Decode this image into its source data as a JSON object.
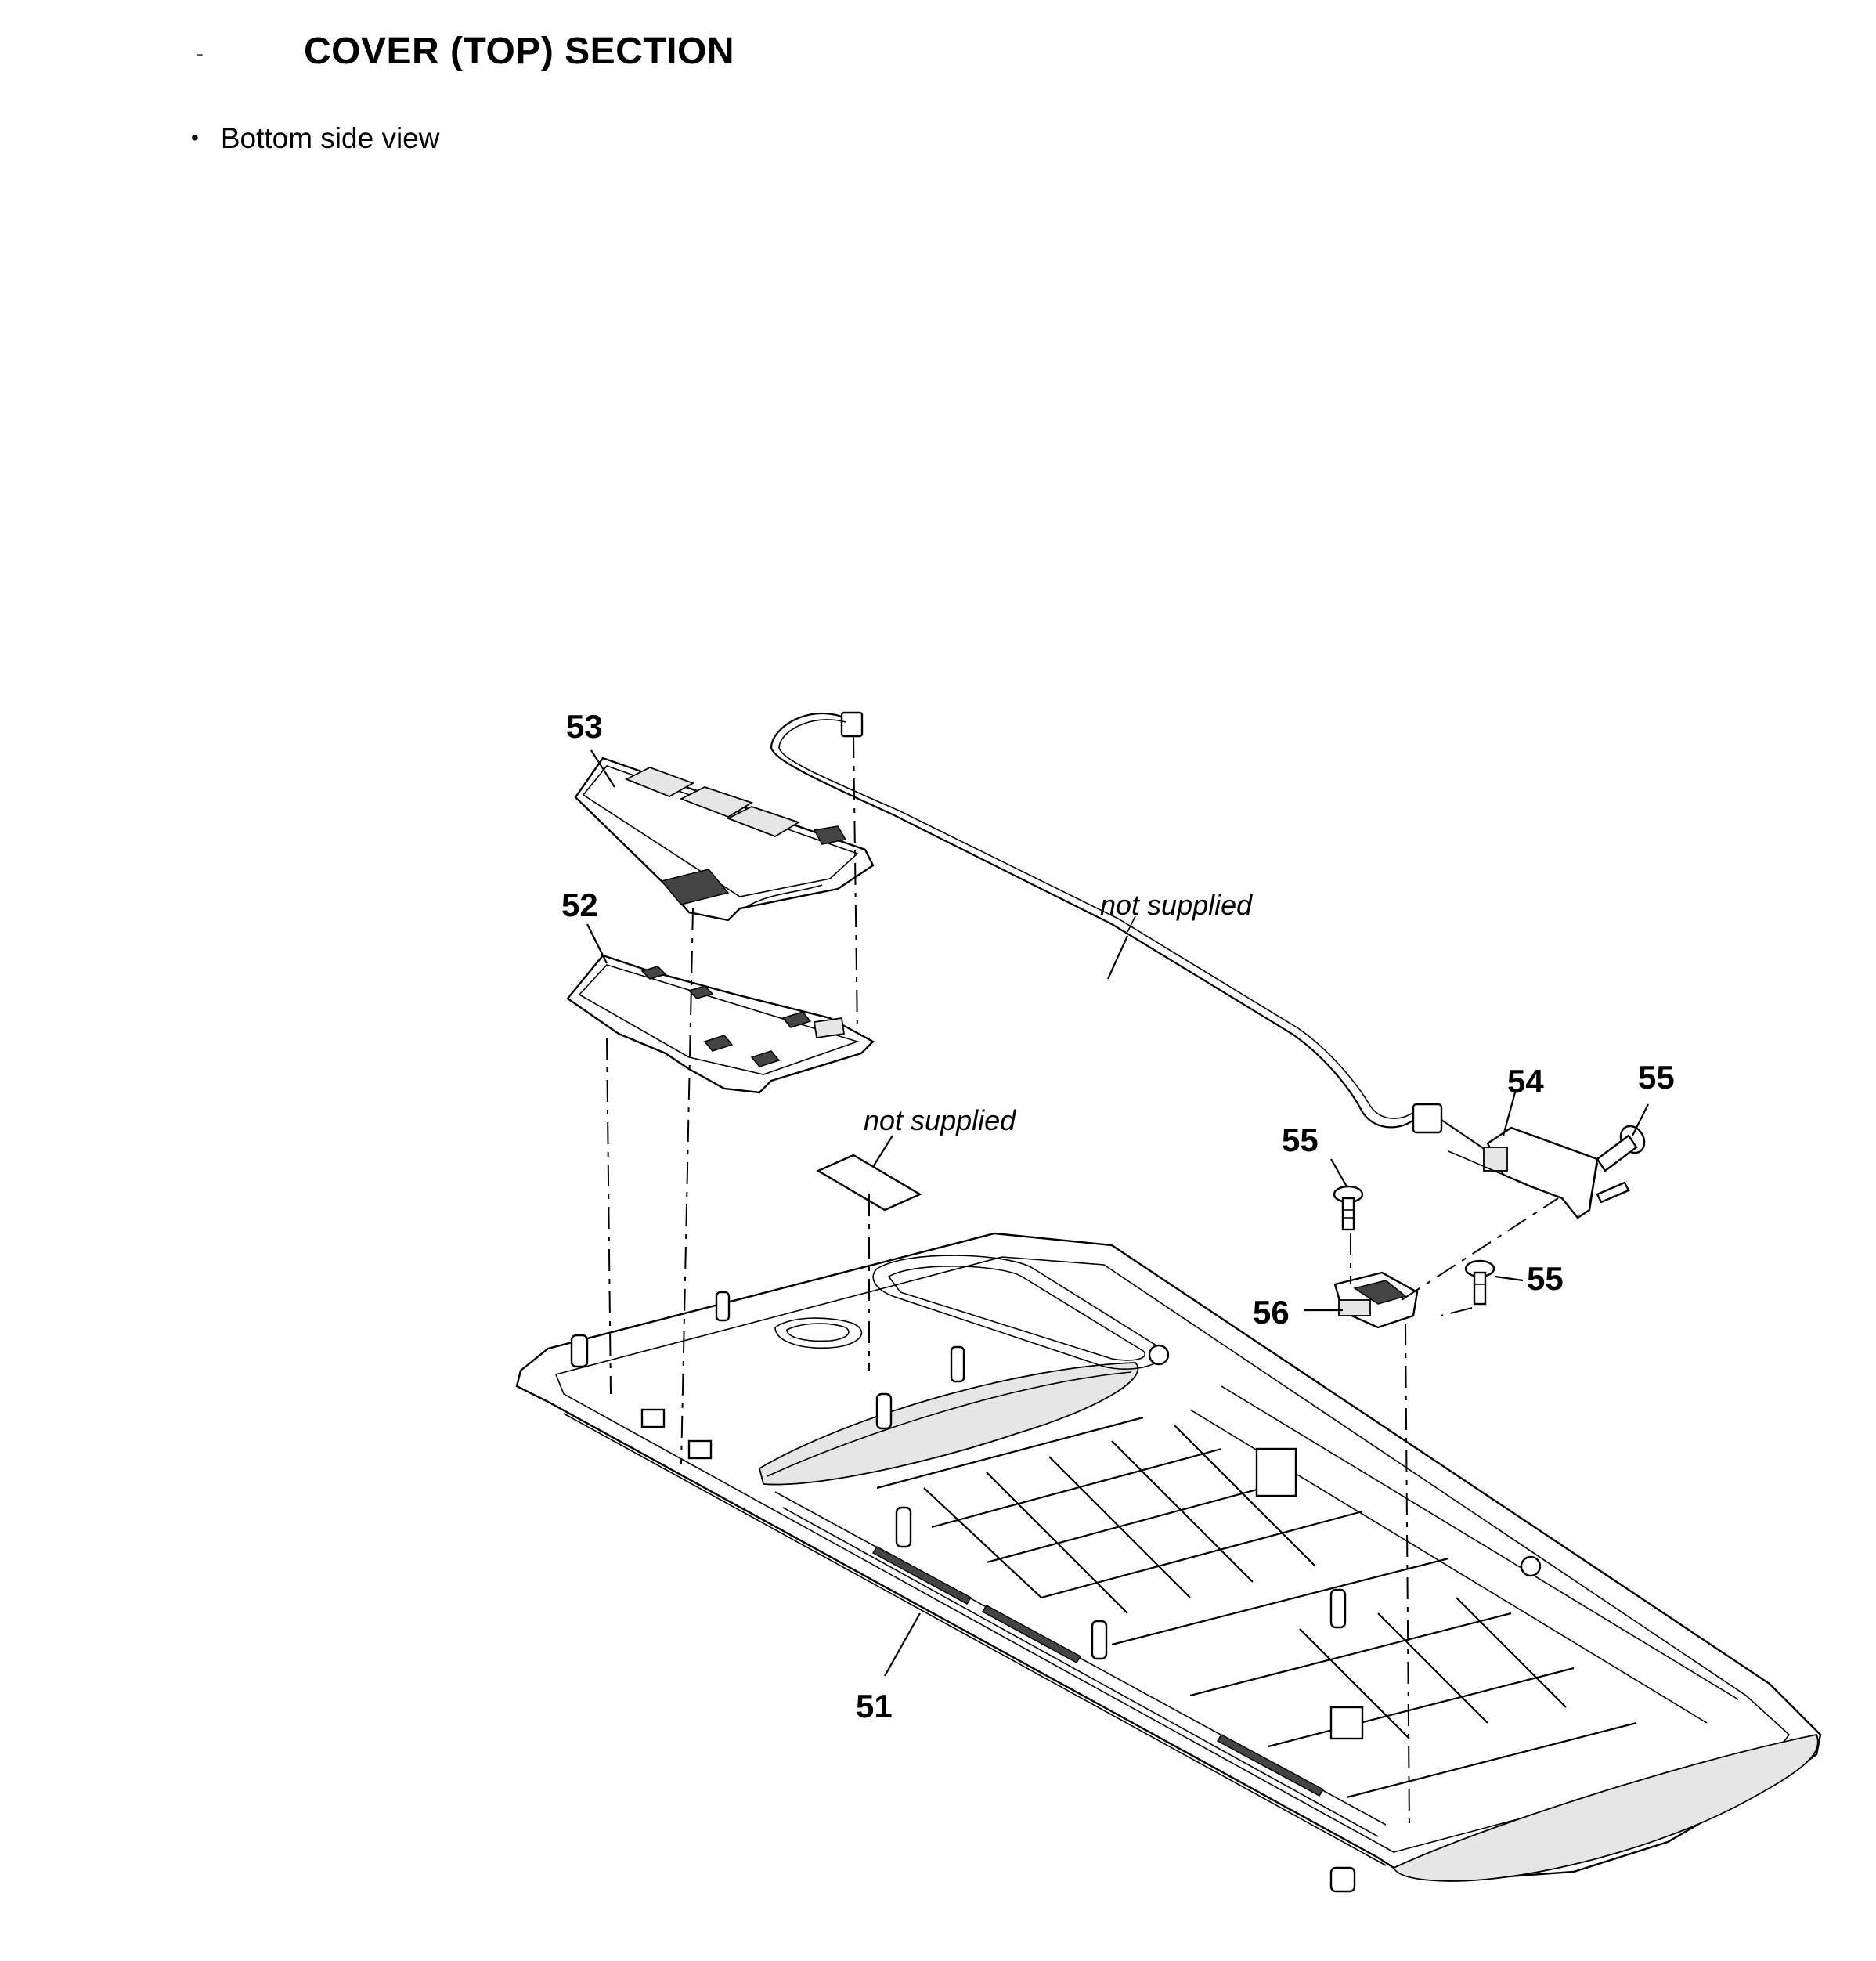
{
  "header": {
    "title": "COVER (TOP)  SECTION",
    "subtitle": "Bottom side view",
    "bullet": "•",
    "dash": "-"
  },
  "diagram": {
    "callouts": {
      "p51": "51",
      "p52": "52",
      "p53": "53",
      "p54": "54",
      "p55a": "55",
      "p55b": "55",
      "p55c": "55",
      "p56": "56"
    },
    "notes": {
      "cable": "not supplied",
      "sheet": "not supplied"
    }
  }
}
